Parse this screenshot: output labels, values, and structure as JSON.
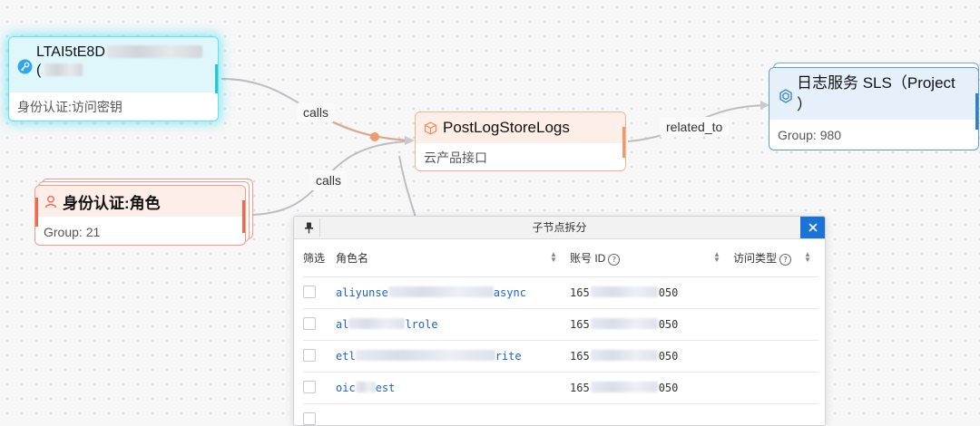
{
  "graph": {
    "key_node": {
      "title_visible": "LTAI5tE8D",
      "title_line2_visible": "(",
      "subtitle": "身份认证:访问密钥",
      "icon": "key-icon"
    },
    "role_node": {
      "title": "身份认证:角色",
      "subtitle": "Group: 21",
      "icon": "user-icon"
    },
    "api_node": {
      "title": "PostLogStoreLogs",
      "subtitle": "云产品接口",
      "icon": "cube-icon"
    },
    "sls_node": {
      "title_line1": "日志服务 SLS（Project",
      "title_line2": "）",
      "subtitle": "Group: 980",
      "icon": "sls-icon"
    },
    "edges": [
      {
        "from": "key_node",
        "to": "api_node",
        "label": "calls"
      },
      {
        "from": "role_node",
        "to": "api_node",
        "label": "calls"
      },
      {
        "from": "api_node",
        "to": "sls_node",
        "label": "related_to"
      }
    ]
  },
  "panel": {
    "title": "子节点拆分",
    "columns": {
      "filter": "筛选",
      "role_name": "角色名",
      "account_id": "账号 ID",
      "access_type": "访问类型"
    },
    "rows": [
      {
        "role_start": "aliyunse",
        "role_end": "async",
        "acct_start": "165",
        "acct_end": "050",
        "access_type": ""
      },
      {
        "role_start": "al",
        "role_end": "lrole",
        "acct_start": "165",
        "acct_end": "050",
        "access_type": ""
      },
      {
        "role_start": "etl",
        "role_end": "rite",
        "acct_start": "165",
        "acct_end": "050",
        "access_type": ""
      },
      {
        "role_start": "oic",
        "role_end": "est",
        "acct_start": "165",
        "acct_end": "050",
        "access_type": ""
      }
    ]
  },
  "colors": {
    "key_border": "#55e6f0",
    "role_border": "#f19a87",
    "api_border": "#f2b394",
    "sls_border": "#5b9bd8",
    "link": "#1d63c9",
    "close_button": "#1a73d6"
  }
}
